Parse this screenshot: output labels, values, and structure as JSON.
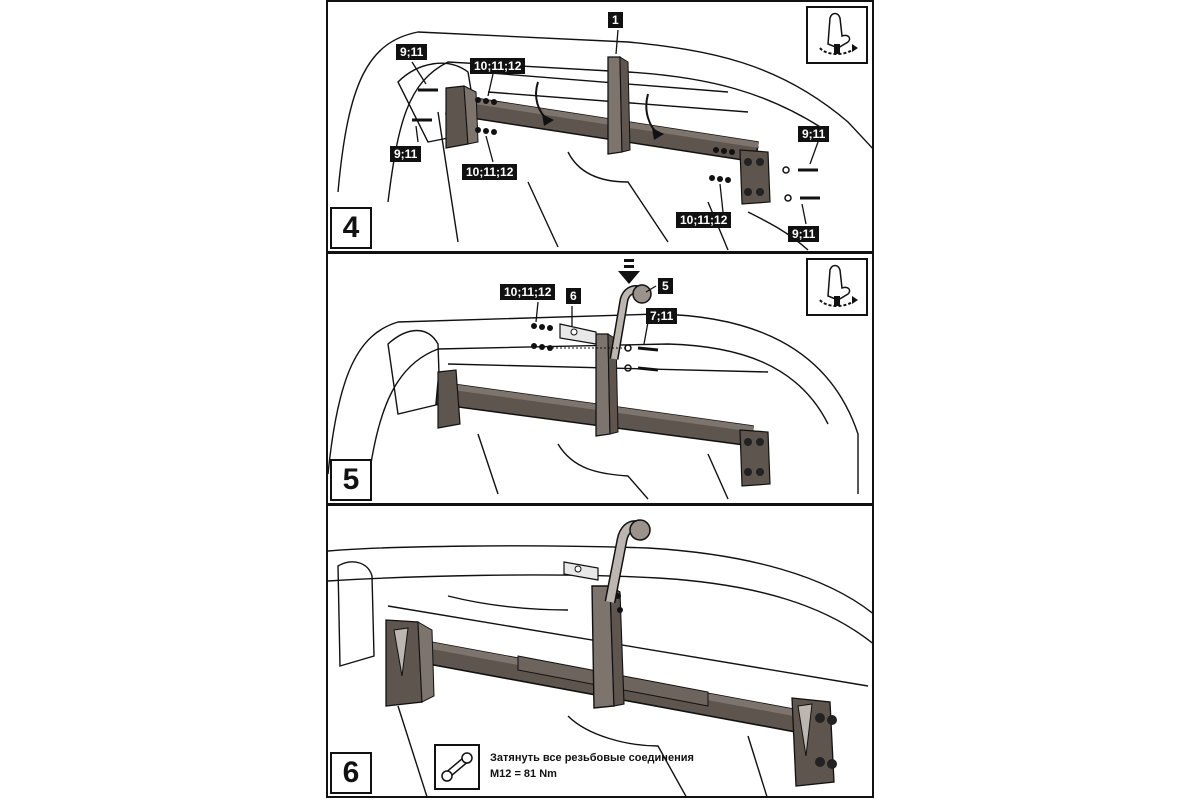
{
  "steps": {
    "step4": {
      "number": "4",
      "callouts": {
        "part1": "1",
        "bolt_top_left": "9;11",
        "washer_top_left": "10;11;12",
        "bolt_left": "9;11",
        "washer_left": "10;11;12",
        "bolt_right_top": "9;11",
        "washer_right": "10;11;12",
        "bolt_right_bottom": "9;11"
      }
    },
    "step5": {
      "number": "5",
      "callouts": {
        "washers": "10;11;12",
        "part6": "6",
        "part5": "5",
        "bolts": "7;11"
      }
    },
    "step6": {
      "number": "6",
      "torque_text_line1": "Затянуть все резьбовые соединения",
      "torque_text_line2": "M12 = 81 Nm"
    }
  },
  "icons": {
    "hand_tighten": "hand-tighten-icon",
    "wrench": "wrench-icon"
  },
  "colors": {
    "bar": "#5e554f",
    "line": "#111111",
    "body": "#ffffff"
  }
}
